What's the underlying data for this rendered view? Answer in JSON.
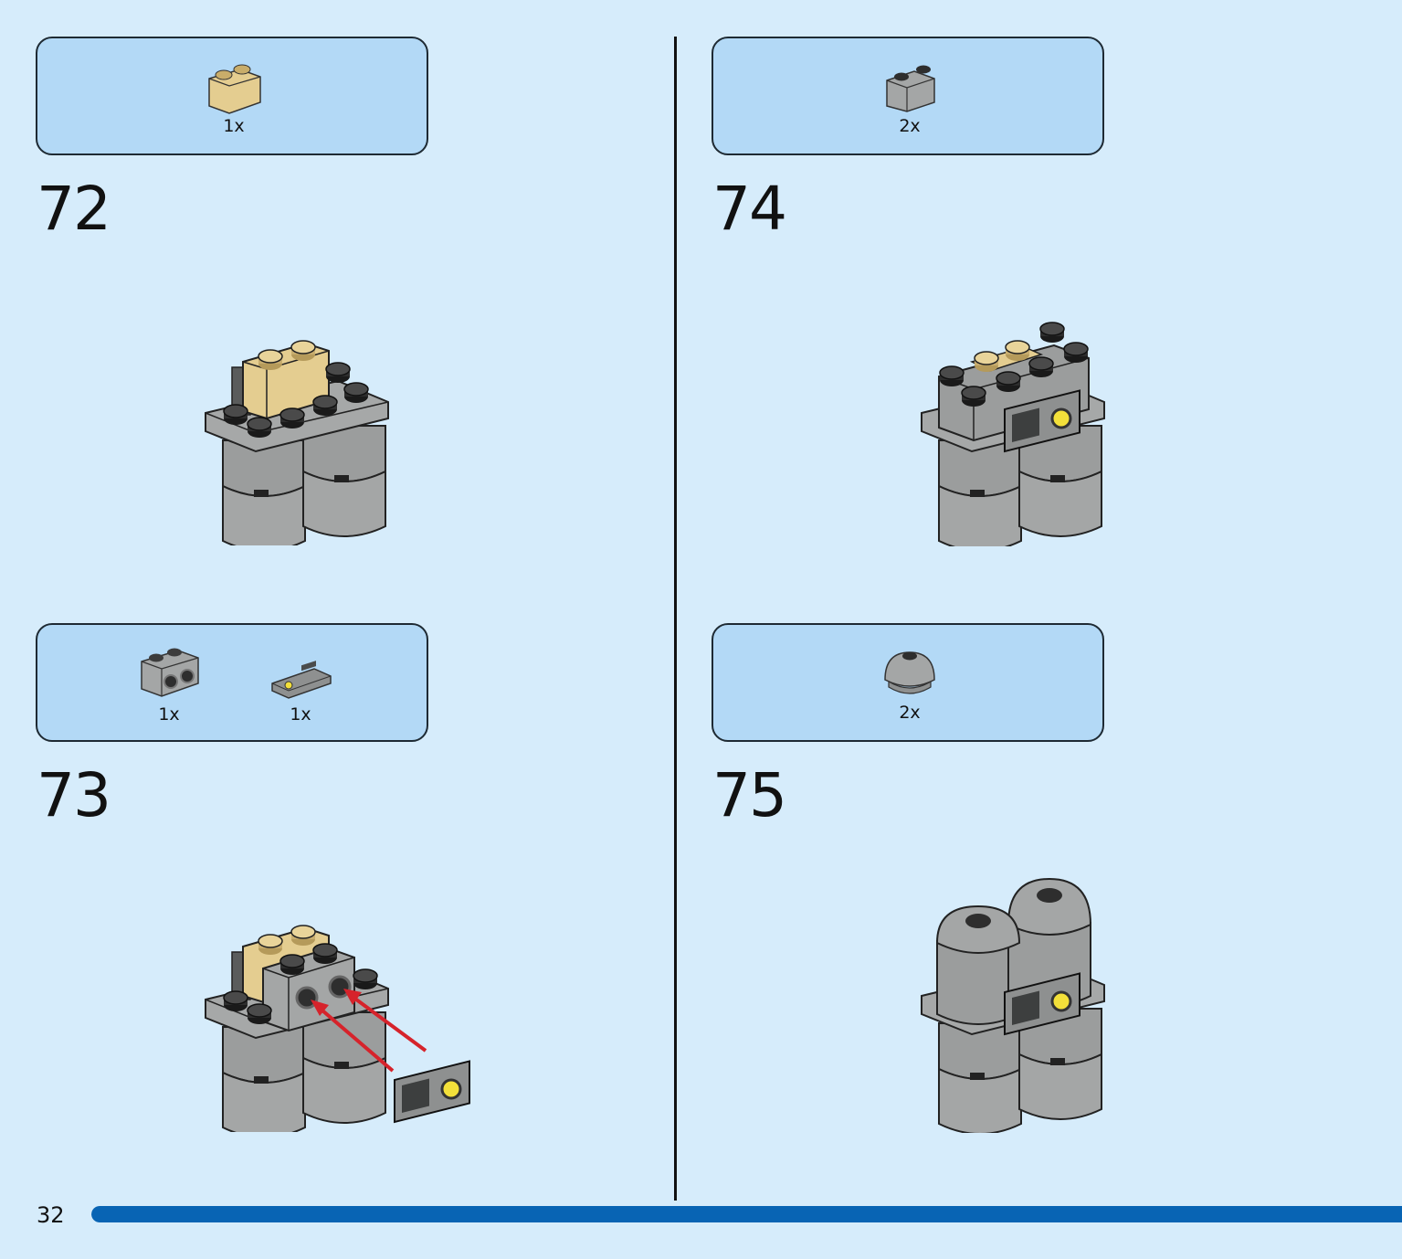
{
  "page": {
    "number": "32",
    "progress_fraction": 1.0
  },
  "colors": {
    "background": "#d6ecfb",
    "parts_box": "#b3d9f6",
    "progress": "#0864b4",
    "brick_gray": "#a0a2a2",
    "brick_tan": "#e4cd90",
    "stud_black": "#2a2a2a",
    "arrow_red": "#d6232b"
  },
  "steps": [
    {
      "number": "72",
      "parts": [
        {
          "qty": "1x",
          "icon": "tan-curved-brick-icon"
        }
      ]
    },
    {
      "number": "73",
      "parts": [
        {
          "qty": "1x",
          "icon": "gray-brick-with-studs-icon"
        },
        {
          "qty": "1x",
          "icon": "printed-control-tile-icon"
        }
      ]
    },
    {
      "number": "74",
      "parts": [
        {
          "qty": "2x",
          "icon": "gray-curved-brick-icon"
        }
      ]
    },
    {
      "number": "75",
      "parts": [
        {
          "qty": "2x",
          "icon": "gray-dome-icon"
        }
      ]
    }
  ]
}
